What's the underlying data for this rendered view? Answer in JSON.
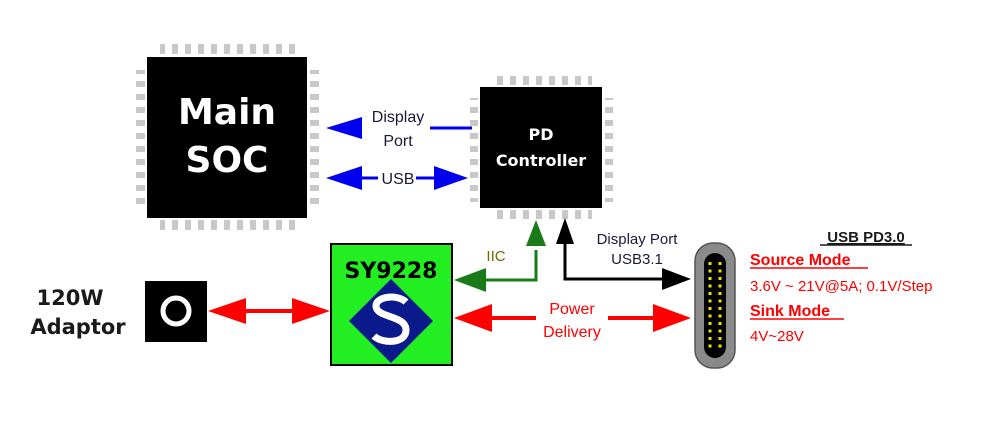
{
  "main_soc": {
    "line1": "Main",
    "line2": "SOC"
  },
  "pd_controller": {
    "line1": "PD",
    "line2": "Controller"
  },
  "sy9228": {
    "label": "SY9228"
  },
  "adaptor": {
    "line1": "120W",
    "line2": "Adaptor"
  },
  "links": {
    "displayport_line1": "Display",
    "displayport_line2": "Port",
    "usb": "USB",
    "iic": "IIC",
    "dp_usb_line1": "Display Port",
    "dp_usb_line2": "USB3.1",
    "power_line1": "Power",
    "power_line2": "Delivery"
  },
  "usb_pd": {
    "title": "USB PD3.0",
    "source_mode_label": "Source Mode",
    "source_mode_value": "3.6V ~ 21V@5A; 0.1V/Step",
    "sink_mode_label": "Sink Mode",
    "sink_mode_value": "4V~28V"
  },
  "colors": {
    "blue": "#0000ee",
    "green": "#1a7a1a",
    "red": "#ff0000",
    "black": "#000000",
    "chip_green": "#22ee22",
    "logo_blue": "#0a1a8c",
    "text_dark": "#1a1a3a"
  }
}
